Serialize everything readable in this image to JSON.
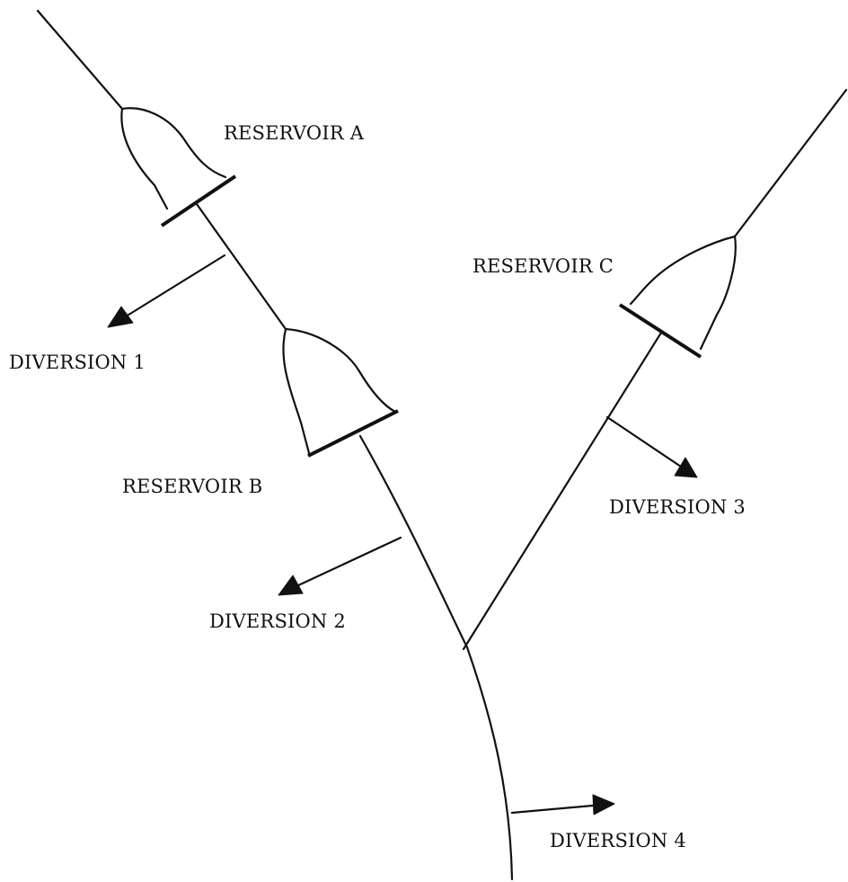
{
  "labels": {
    "reservoir_a": "RESERVOIR A",
    "reservoir_b": "RESERVOIR B",
    "reservoir_c": "RESERVOIR C",
    "diversion_1": "DIVERSION 1",
    "diversion_2": "DIVERSION 2",
    "diversion_3": "DIVERSION 3",
    "diversion_4": "DIVERSION 4"
  }
}
